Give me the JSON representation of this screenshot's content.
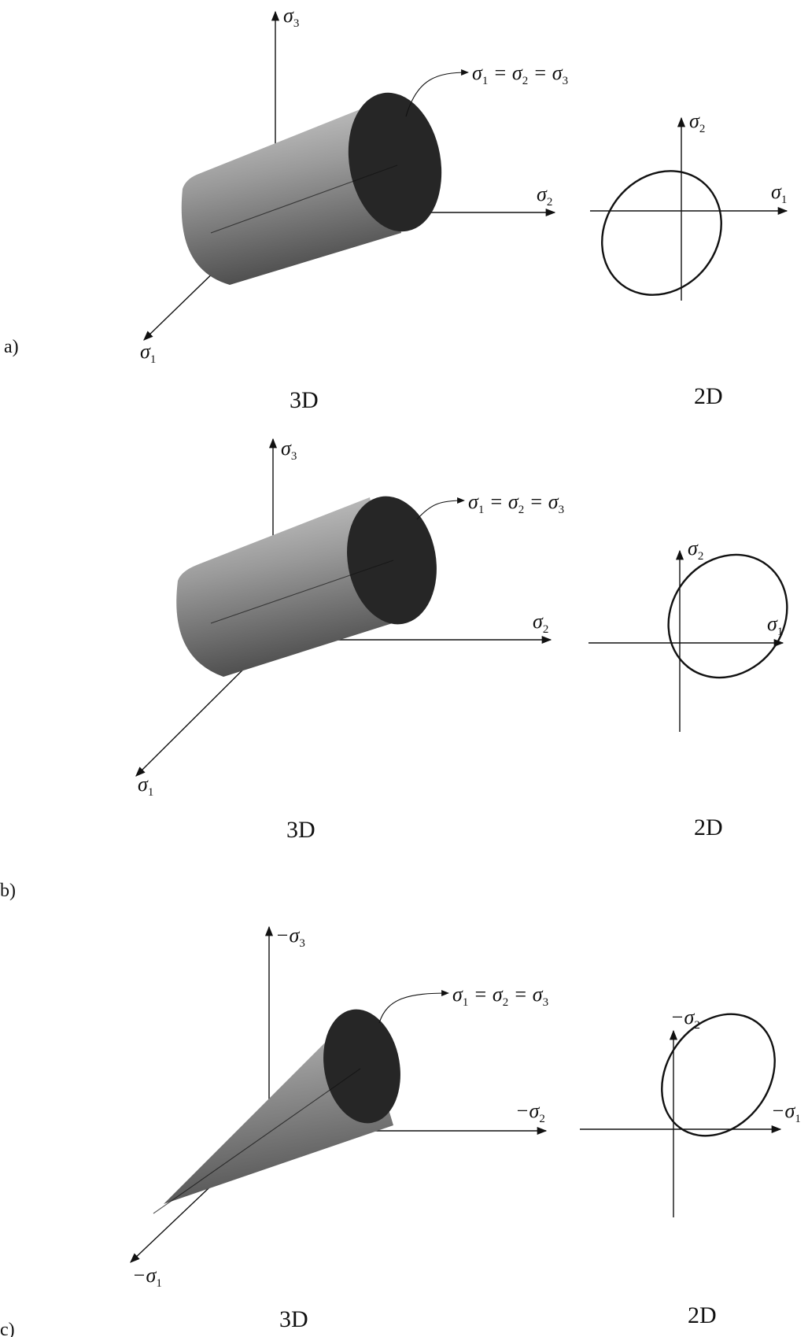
{
  "panels": [
    {
      "letter": "a)",
      "shape": "cylinder",
      "caption_3d": "3D",
      "caption_2d": "2D",
      "axis3d": {
        "up_neg": "",
        "up_base": "σ",
        "up_sub": "3",
        "right_neg": "",
        "right_base": "σ",
        "right_sub": "2",
        "diag_neg": "",
        "diag_base": "σ",
        "diag_sub": "1"
      },
      "hydro_label": {
        "a": "σ",
        "a_sub": "1",
        "eq1": " = ",
        "b": "σ",
        "b_sub": "2",
        "eq2": " = ",
        "c": "σ",
        "c_sub": "3"
      },
      "axis2d": {
        "x_neg": "",
        "x_base": "σ",
        "x_sub": "1",
        "y_neg": "",
        "y_base": "σ",
        "y_sub": "2"
      },
      "ellipse_position": "centered"
    },
    {
      "letter": "b)",
      "shape": "cylinder",
      "caption_3d": "3D",
      "caption_2d": "2D",
      "axis3d": {
        "up_neg": "",
        "up_base": "σ",
        "up_sub": "3",
        "right_neg": "",
        "right_base": "σ",
        "right_sub": "2",
        "diag_neg": "",
        "diag_base": "σ",
        "diag_sub": "1"
      },
      "hydro_label": {
        "a": "σ",
        "a_sub": "1",
        "eq1": " = ",
        "b": "σ",
        "b_sub": "2",
        "eq2": " = ",
        "c": "σ",
        "c_sub": "3"
      },
      "axis2d": {
        "x_neg": "",
        "x_base": "σ",
        "x_sub": "1",
        "y_neg": "",
        "y_base": "σ",
        "y_sub": "2"
      },
      "ellipse_position": "shifted"
    },
    {
      "letter": "c)",
      "shape": "cone",
      "caption_3d": "3D",
      "caption_2d": "2D",
      "axis3d": {
        "up_neg": "−",
        "up_base": "σ",
        "up_sub": "3",
        "right_neg": "−",
        "right_base": "σ",
        "right_sub": "2",
        "diag_neg": "−",
        "diag_base": "σ",
        "diag_sub": "1"
      },
      "hydro_label": {
        "a": "σ",
        "a_sub": "1",
        "eq1": " = ",
        "b": "σ",
        "b_sub": "2",
        "eq2": " = ",
        "c": "σ",
        "c_sub": "3"
      },
      "axis2d": {
        "x_neg": "−",
        "x_base": "σ",
        "x_sub": "1",
        "y_neg": "−",
        "y_base": "σ",
        "y_sub": "2"
      },
      "ellipse_position": "shifted"
    }
  ],
  "colors": {
    "surface_light": "#c8c8c8",
    "surface_mid": "#8a8a8a",
    "surface_dark": "#4a4a4a",
    "end_cap": "#262626",
    "line": "#111111"
  }
}
